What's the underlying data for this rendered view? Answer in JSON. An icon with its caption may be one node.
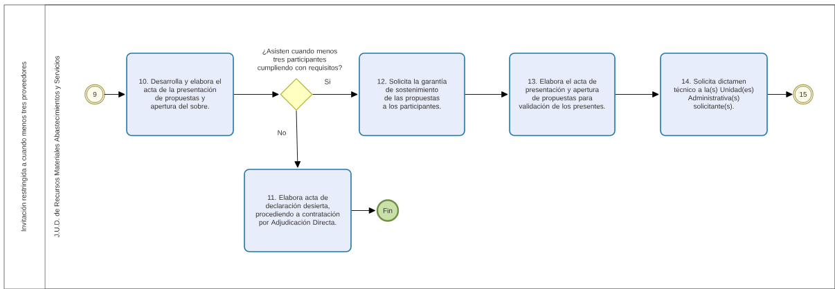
{
  "diagram": {
    "nodes": [
      {
        "text": [
          "Invitación restringida a cuando menos tres proveedores"
        ]
      },
      {
        "text": [
          "J.U.D. de Recursos Materiales Abastecimientos y Servicios"
        ],
        "in": 0
      },
      {
        "text": [
          "9"
        ],
        "in": 1
      },
      {
        "text": [
          "10. Desarrolla y elabora el acta de la presentación de propuestas y apertura del sobre."
        ],
        "in": 1
      },
      {
        "text": [
          "¿Asisten cuando menos tres participantes cumpliendo con requisitos?"
        ],
        "in": 1
      },
      {
        "text": [
          "12. Solicita la garantía de sostenimiento de las propuestas a los participantes."
        ],
        "in": 1
      },
      {
        "text": [
          "13. Elabora el acta de presentación y apertura de propuestas para validación de los presentes."
        ],
        "in": 1
      },
      {
        "text": [
          "14. Solicita dictamen técnico a la(s) Unidad(es) Administrativa(s) solicitante(s)."
        ],
        "in": 1
      },
      {
        "text": [
          "15"
        ],
        "in": 1
      },
      {
        "text": [
          "11. Elabora acta de declaración desierta, procediendo a contratación por Adjudicación Directa."
        ],
        "in": 1
      },
      {
        "text": [
          "Fin"
        ],
        "in": 1
      }
    ],
    "edges": [
      {
        "from": 2,
        "to": 3,
        "arrow": "to"
      },
      {
        "from": 3,
        "to": 4,
        "arrow": "to"
      },
      {
        "from": 4,
        "to": 5,
        "arrow": "to",
        "label": "Si"
      },
      {
        "from": 5,
        "to": 6,
        "arrow": "to"
      },
      {
        "from": 6,
        "to": 7,
        "arrow": "to"
      },
      {
        "from": 7,
        "to": 8,
        "arrow": "to"
      },
      {
        "from": 4,
        "to": 9,
        "arrow": "to",
        "label": "No"
      },
      {
        "from": 9,
        "to": 10,
        "arrow": "to"
      }
    ]
  }
}
